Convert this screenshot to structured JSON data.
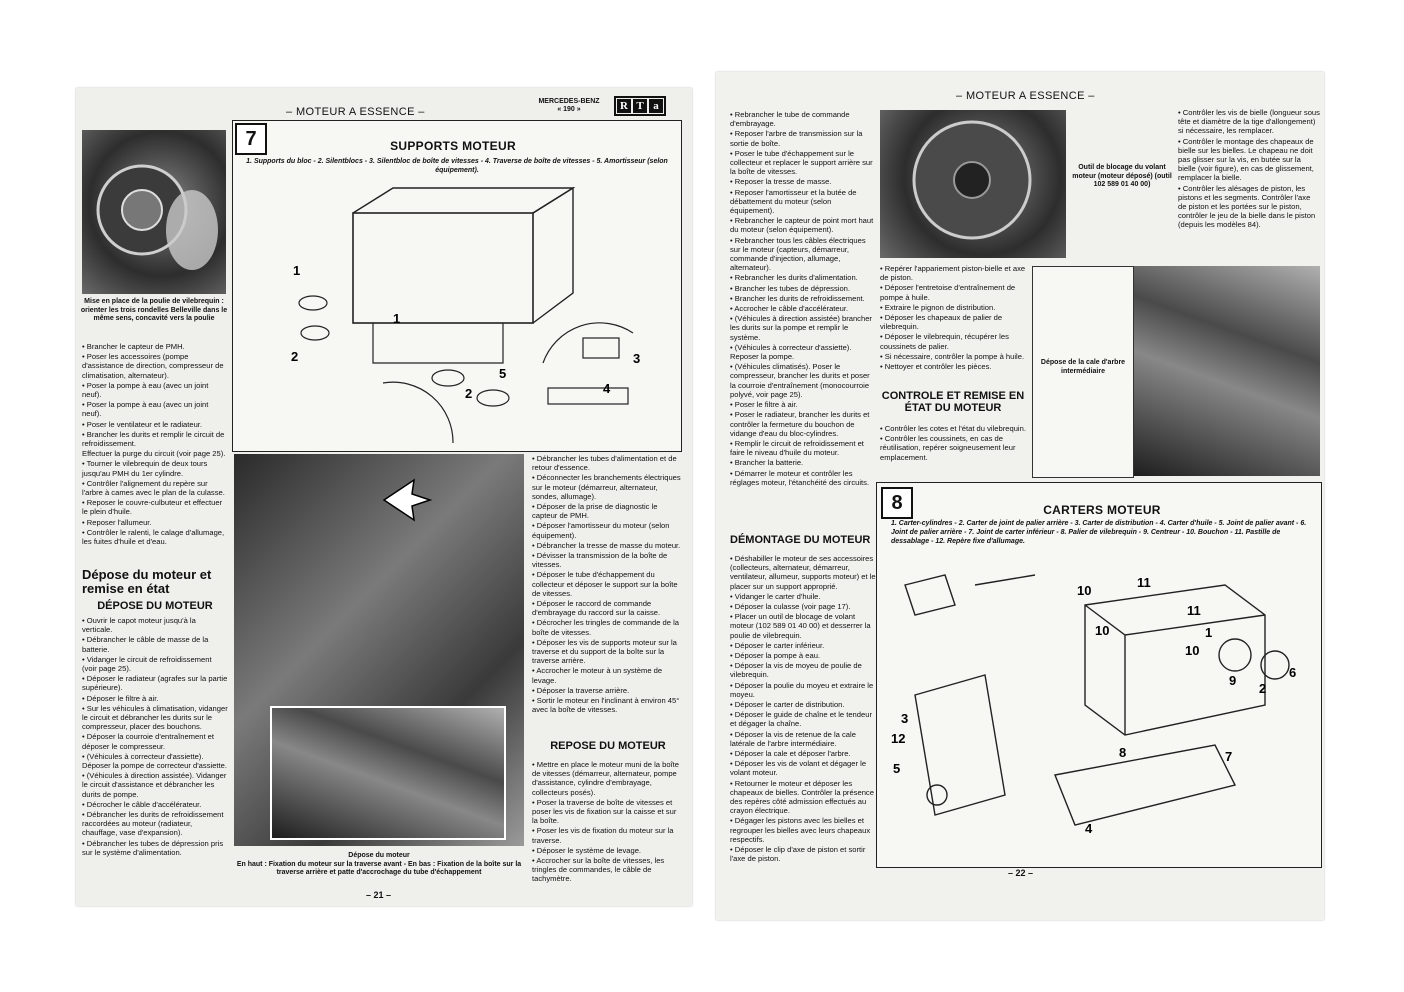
{
  "left_page": {
    "running_head": "– MOTEUR A ESSENCE –",
    "brand_line1": "MERCEDES-BENZ",
    "brand_line2": "« 190 »",
    "logo_letters": [
      "R",
      "T",
      "a"
    ],
    "section_number": "7",
    "section_title": "SUPPORTS MOTEUR",
    "section_caption": "1. Supports du bloc - 2. Silentblocs - 3. Silentbloc de boîte de vitesses - 4. Traverse de boîte de vitesses - 5. Amortisseur (selon équipement).",
    "photo1_caption": "Mise en place de la poulie de vilebrequin : orienter les trois rondelles Belleville dans le même sens, concavité vers la poulie",
    "col1_text": [
      "• Brancher le capteur de PMH.",
      "• Poser les accessoires (pompe d'assistance de direction, compresseur de climatisation, alternateur).",
      "• Poser la pompe à eau (avec un joint neuf).",
      "• Poser la pompe à eau (avec un joint neuf).",
      "• Poser le ventilateur et le radiateur.",
      "• Brancher les durits et remplir le circuit de refroidissement.",
      "Effectuer la purge du circuit (voir page 25).",
      "• Tourner le vilebrequin de deux tours jusqu'au PMH du 1er cylindre.",
      "• Contrôler l'alignement du repère sur l'arbre à cames avec le plan de la culasse.",
      "• Reposer le couvre-culbuteur et effectuer le plein d'huile.",
      "• Reposer l'allumeur.",
      "• Contrôler le ralenti, le calage d'allumage, les fuites d'huile et d'eau."
    ],
    "heading_depose_remise": "Dépose du moteur et remise en état",
    "heading_depose": "DÉPOSE DU MOTEUR",
    "col1_text2": [
      "• Ouvrir le capot moteur jusqu'à la verticale.",
      "• Débrancher le câble de masse de la batterie.",
      "• Vidanger le circuit de refroidissement (voir page 25).",
      "• Déposer le radiateur (agrafes sur la partie supérieure).",
      "• Déposer le filtre à air.",
      "• Sur les véhicules à climatisation, vidanger le circuit et débrancher les durits sur le compresseur, placer des bouchons.",
      "• Déposer la courroie d'entraînement et déposer le compresseur.",
      "• (Véhicules à correcteur d'assiette). Déposer la pompe de correcteur d'assiette.",
      "• (Véhicules à direction assistée). Vidanger le circuit d'assistance et débrancher les durits de pompe.",
      "• Décrocher le câble d'accélérateur.",
      "• Débrancher les durits de refroidissement raccordées au moteur (radiateur, chauffage, vase d'expansion).",
      "• Débrancher les tubes de dépression pris sur le système d'alimentation."
    ],
    "col3_text": [
      "• Débrancher les tubes d'alimentation et de retour d'essence.",
      "• Déconnecter les branchements électriques sur le moteur (démarreur, alternateur, sondes, allumage).",
      "• Déposer de la prise de diagnostic le capteur de PMH.",
      "• Déposer l'amortisseur du moteur (selon équipement).",
      "• Débrancher la tresse de masse du moteur.",
      "• Dévisser la transmission de la boîte de vitesses.",
      "• Déposer le tube d'échappement du collecteur et déposer le support sur la boîte de vitesses.",
      "• Déposer le raccord de commande d'embrayage du raccord sur la caisse.",
      "• Décrocher les tringles de commande de la boîte de vitesses.",
      "• Déposer les vis de supports moteur sur la traverse et du support de la boîte sur la traverse arrière.",
      "• Accrocher le moteur à un système de levage.",
      "• Déposer la traverse arrière.",
      "• Sortir le moteur en l'inclinant à environ 45° avec la boîte de vitesses."
    ],
    "heading_repose": "REPOSE DU MOTEUR",
    "col3_text2": [
      "• Mettre en place le moteur muni de la boîte de vitesses (démarreur, alternateur, pompe d'assistance, cylindre d'embrayage, collecteurs posés).",
      "• Poser la traverse de boîte de vitesses et poser les vis de fixation sur la caisse et sur la boîte.",
      "• Poser les vis de fixation du moteur sur la traverse.",
      "• Déposer le système de levage.",
      "• Accrocher sur la boîte de vitesses, les tringles de commandes, le câble de tachymètre."
    ],
    "photo2_caption_top": "Dépose du moteur",
    "photo2_caption": "En haut : Fixation du moteur sur la traverse avant - En bas : Fixation de la boîte sur la traverse arrière et patte d'accrochage du tube d'échappement",
    "page_number": "– 21 –",
    "diagram_labels": [
      "1",
      "1",
      "2",
      "2",
      "3",
      "4",
      "5"
    ]
  },
  "right_page": {
    "running_head": "– MOTEUR A ESSENCE –",
    "col1_text": [
      "• Rebrancher le tube de commande d'embrayage.",
      "• Reposer l'arbre de transmission sur la sortie de boîte.",
      "• Poser le tube d'échappement sur le collecteur et replacer le support arrière sur la boîte de vitesses.",
      "• Reposer la tresse de masse.",
      "• Reposer l'amortisseur et la butée de débattement du moteur (selon équipement).",
      "• Rebrancher le capteur de point mort haut du moteur (selon équipement).",
      "• Rebrancher tous les câbles électriques sur le moteur (capteurs, démarreur, commande d'injection, allumage, alternateur).",
      "• Rebrancher les durits d'alimentation.",
      "• Brancher les tubes de dépression.",
      "• Brancher les durits de refroidissement.",
      "• Accrocher le câble d'accélérateur.",
      "• (Véhicules à direction assistée) brancher les durits sur la pompe et remplir le système.",
      "• (Véhicules à correcteur d'assiette). Reposer la pompe.",
      "• (Véhicules climatisés). Poser le compresseur, brancher les durits et poser la courroie d'entraînement (monocourroie polyvé, voir page 25).",
      "• Poser le filtre à air.",
      "• Poser le radiateur, brancher les durits et contrôler la fermeture du bouchon de vidange d'eau du bloc-cylindres.",
      "• Remplir le circuit de refroidissement et faire le niveau d'huile du moteur.",
      "• Brancher la batterie.",
      "• Démarrer le moteur et contrôler les réglages moteur, l'étanchéité des circuits."
    ],
    "heading_demontage": "DÉMONTAGE DU MOTEUR",
    "col1_text2": [
      "• Déshabiller le moteur de ses accessoires (collecteurs, alternateur, démarreur, ventilateur, allumeur, supports moteur) et le placer sur un support approprié.",
      "• Vidanger le carter d'huile.",
      "• Déposer la culasse (voir page 17).",
      "• Placer un outil de blocage de volant moteur (102 589 01 40 00) et desserrer la poulie de vilebrequin.",
      "• Déposer le carter inférieur.",
      "• Déposer la pompe à eau.",
      "• Déposer la vis de moyeu de poulie de vilebrequin.",
      "• Déposer la poulie du moyeu et extraire le moyeu.",
      "• Déposer le carter de distribution.",
      "• Déposer le guide de chaîne et le tendeur et dégager la chaîne.",
      "• Déposer la vis de retenue de la cale latérale de l'arbre intermédiaire.",
      "• Déposer la cale et déposer l'arbre.",
      "• Déposer les vis de volant et dégager le volant moteur.",
      "• Retourner le moteur et déposer les chapeaux de bielles. Contrôler la présence des repères côté admission effectués au crayon électrique.",
      "• Dégager les pistons avec les bielles et regrouper les bielles avec leurs chapeaux respectifs.",
      "• Déposer le clip d'axe de piston et sortir l'axe de piston."
    ],
    "photo1_caption": "Outil de blocage du volant moteur (moteur déposé) (outil 102 589 01 40 00)",
    "col2_text": [
      "• Repérer l'appariement piston-bielle et axe de piston.",
      "• Déposer l'entretoise d'entraînement de pompe à huile.",
      "• Extraire le pignon de distribution.",
      "• Déposer les chapeaux de palier de vilebrequin.",
      "• Déposer le vilebrequin, récupérer les coussinets de palier.",
      "• Si nécessaire, contrôler la pompe à huile.",
      "• Nettoyer et contrôler les pièces."
    ],
    "heading_controle": "CONTROLE ET REMISE EN ÉTAT DU MOTEUR",
    "col2_text2": [
      "• Contrôler les cotes et l'état du vilebrequin.",
      "• Contrôler les coussinets, en cas de réutilisation, repérer soigneusement leur emplacement."
    ],
    "photo2_caption": "Dépose de la cale d'arbre intermédiaire",
    "col3_text": [
      "• Contrôler les vis de bielle (longueur sous tête et diamètre de la tige d'allongement) si nécessaire, les remplacer.",
      "• Contrôler le montage des chapeaux de bielle sur les bielles. Le chapeau ne doit pas glisser sur la vis, en butée sur la bielle (voir figure), en cas de glissement, remplacer la bielle.",
      "• Contrôler les alésages de piston, les pistons et les segments. Contrôler l'axe de piston et les portées sur le piston, contrôler le jeu de la bielle dans le piston (depuis les modèles 84)."
    ],
    "section_number": "8",
    "section_title": "CARTERS MOTEUR",
    "section_caption": "1. Carter-cylindres - 2. Carter de joint de palier arrière - 3. Carter de distribution - 4. Carter d'huile - 5. Joint de palier avant - 6. Joint de palier arrière - 7. Joint de carter inférieur - 8. Palier de vilebrequin - 9. Centreur - 10. Bouchon - 11. Pastille de dessablage - 12. Repère fixe d'allumage.",
    "diagram_labels": [
      "11",
      "10",
      "10",
      "11",
      "1",
      "10",
      "9",
      "2",
      "6",
      "3",
      "12",
      "5",
      "8",
      "7",
      "4"
    ],
    "page_number": "– 22 –"
  }
}
